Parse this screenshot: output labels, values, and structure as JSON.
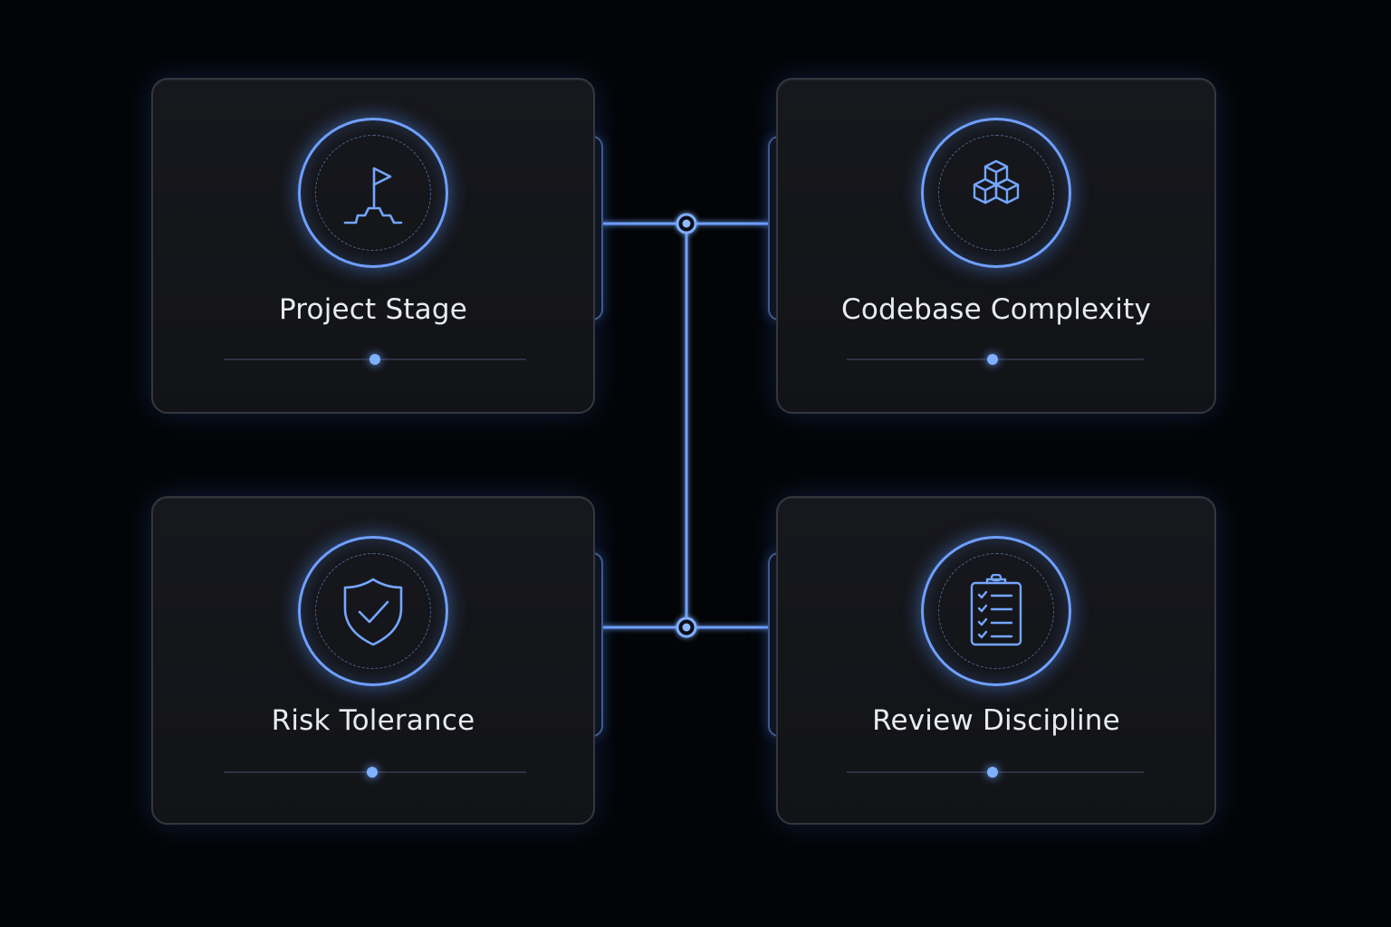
{
  "colors": {
    "background": "#030406",
    "accent": "#6fa0ff",
    "card": "#15161a",
    "text": "#e8ebf2"
  },
  "cards": [
    {
      "title": "Project Stage",
      "icon": "flag-on-summit-icon",
      "progress": 0.5
    },
    {
      "title": "Codebase Complexity",
      "icon": "stacked-cubes-icon",
      "progress": 0.49
    },
    {
      "title": "Risk Tolerance",
      "icon": "shield-check-icon",
      "progress": 0.49
    },
    {
      "title": "Review Discipline",
      "icon": "checklist-clipboard-icon",
      "progress": 0.49
    }
  ]
}
